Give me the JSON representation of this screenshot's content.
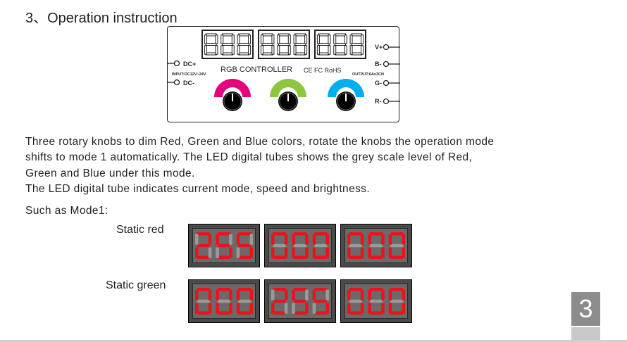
{
  "heading": "3、Operation instruction",
  "panel": {
    "brand_label": "RGB CONTROLLER",
    "cert_marks": "CE FC RoHS",
    "input_spec": "INPUT:DC12V~24V",
    "output_spec": "OUTPUT:6Ax3CH",
    "input_terminals": [
      "DC+",
      "DC-"
    ],
    "output_terminals": [
      "V+",
      "B-",
      "G-",
      "R-"
    ],
    "displays": [
      {
        "digits": "888"
      },
      {
        "digits": "888"
      },
      {
        "digits": "888"
      }
    ],
    "knobs": [
      {
        "name": "red-knob",
        "arc_color": "#e6007e"
      },
      {
        "name": "green-knob",
        "arc_color": "#8dc63f"
      },
      {
        "name": "blue-knob",
        "arc_color": "#00aeef"
      }
    ]
  },
  "description": {
    "line1": "Three rotary knobs to dim Red, Green and Blue colors, rotate the knobs the operation mode",
    "line2": "shifts to mode 1 automatically.  The LED digital tubes shows the grey scale level of Red,",
    "line3": "Green and Blue under this mode.",
    "line4": "The LED digital tube indicates current mode, speed and brightness."
  },
  "example_intro": "Such as Mode1:",
  "examples": [
    {
      "label": "Static red",
      "tubes": [
        "255",
        "000",
        "000"
      ]
    },
    {
      "label": "Static green",
      "tubes": [
        "000",
        "255",
        "000"
      ]
    }
  ],
  "colors": {
    "led_on": "#e8141c",
    "led_off": "#9a9a9a",
    "text": "#231f20"
  },
  "page_number": "3"
}
